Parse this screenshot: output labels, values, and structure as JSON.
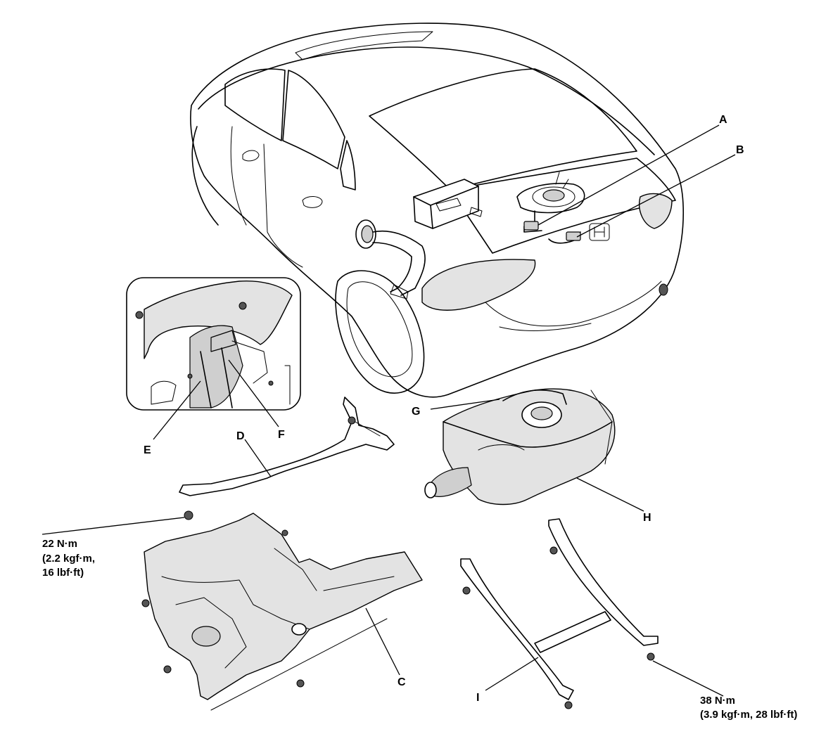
{
  "callouts": {
    "a": "A",
    "b": "B",
    "c": "C",
    "d": "D",
    "e": "E",
    "f": "F",
    "g": "G",
    "h": "H",
    "i": "I"
  },
  "torque_specs": {
    "shield": {
      "line1": "22 N·m",
      "line2": "(2.2 kgf·m,",
      "line3": "16 lbf·ft)"
    },
    "strap": {
      "line1": "38 N·m",
      "line2": "(3.9 kgf·m, 28 lbf·ft)"
    }
  }
}
